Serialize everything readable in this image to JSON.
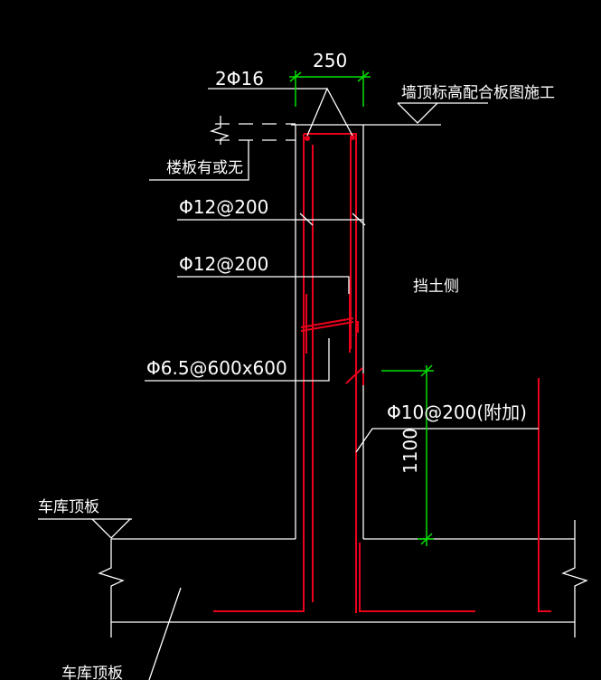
{
  "labels": {
    "top_bars": "2Φ16",
    "dim_width": "250",
    "wall_top_note": "墙顶标高配合板图施工",
    "slab_note": "楼板有或无",
    "vertical_bars": "Φ12@200",
    "horizontal_bars": "Φ12@200",
    "ties": "Φ6.5@600x600",
    "soil_side": "挡土侧",
    "additional_bars": "Φ10@200(附加)",
    "dim_height": "1100",
    "garage_roof": "车库顶板",
    "garage_floor": "车库顶板"
  },
  "colors": {
    "background": "#000000",
    "outline": "#ffffff",
    "rebar": "#e8001c",
    "dimension": "#00e000"
  }
}
